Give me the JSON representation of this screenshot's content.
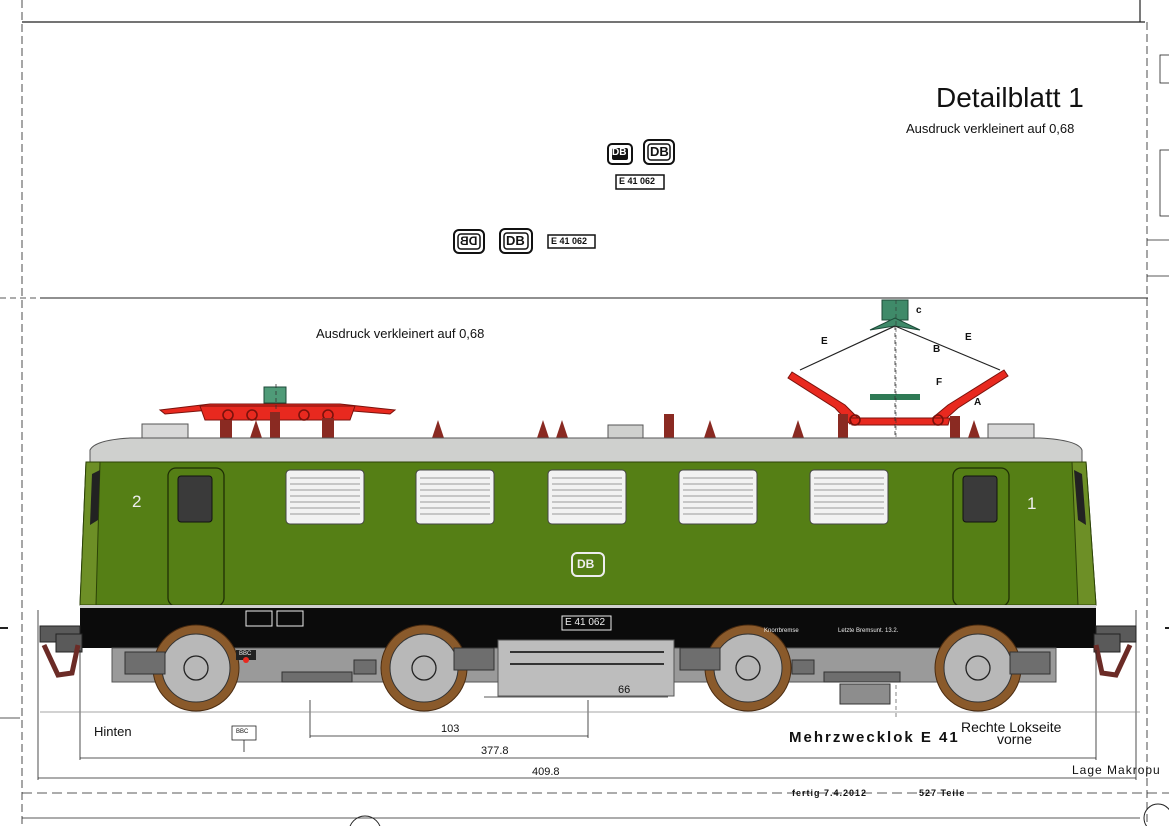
{
  "header": {
    "title": "Detailblatt 1",
    "scale_note": "Ausdruck verkleinert auf 0,68"
  },
  "decals": {
    "db_logo": "DB",
    "db_logo_mirrored": "DB",
    "number_plate": "E 41 062"
  },
  "drawing": {
    "scale_note": "Ausdruck verkleinert auf 0,68",
    "end_number_rear": "2",
    "end_number_front": "1",
    "body_logo": "DB",
    "body_number": "E 41 062",
    "brake_label": "Knorrbremse",
    "last_brake_test": "Letzte Bremsunt. 13.2.",
    "maker_badge": "BBC",
    "pantograph_letters": [
      "c",
      "E",
      "B",
      "E",
      "F",
      "A"
    ]
  },
  "dimensions": {
    "axle_spacing": "66",
    "bogie_pivot": "103",
    "length_over_body": "377.8",
    "length_over_buffers": "409.8"
  },
  "title_block": {
    "rear_side": "Hinten",
    "model_name": "Mehrzwecklok E 41",
    "side_label": "Rechte Lokseite",
    "front_label": "vorne",
    "finished_date": "fertig 7.4.2012",
    "part_count": "527 Teile",
    "position_note": "Lage Makropu"
  },
  "colors": {
    "body_green": "#557f15",
    "roof_grey": "#cfd0ce",
    "frame_black": "#0b0b0b",
    "pantograph_red": "#e8291f",
    "insulator_brown": "#8a2a22",
    "wheel_bronze": "#8a5a2b",
    "base_green": "#2c8c69"
  }
}
